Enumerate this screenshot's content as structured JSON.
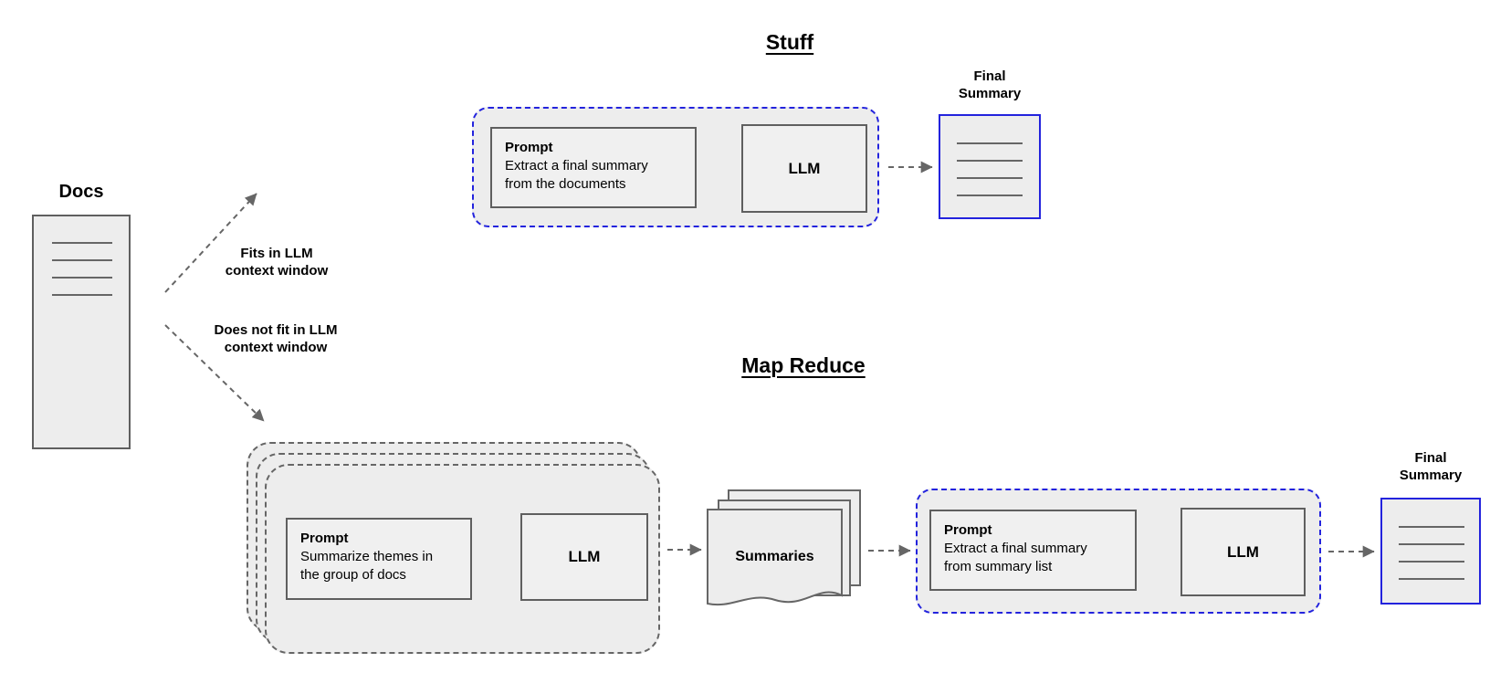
{
  "colors": {
    "accent_blue": "#2323dd",
    "box_fill": "#ededed",
    "inner_fill": "#f0f0f0",
    "border_gray": "#5f5f5f",
    "dash_gray": "#666666",
    "text": "#000000"
  },
  "docs": {
    "label": "Docs"
  },
  "edges": {
    "fits": "Fits in LLM\ncontext window",
    "does_not_fit": "Does not fit in LLM\ncontext window"
  },
  "stuff": {
    "title": "Stuff",
    "prompt": {
      "title": "Prompt",
      "body": "Extract a final summary\nfrom the documents"
    },
    "llm": "LLM",
    "final": "Final\nSummary"
  },
  "map_reduce": {
    "title": "Map Reduce",
    "map_prompt": {
      "title": "Prompt",
      "body": "Summarize themes in\nthe group of docs"
    },
    "map_llm": "LLM",
    "summaries": "Summaries",
    "reduce_prompt": {
      "title": "Prompt",
      "body": "Extract a final summary\nfrom summary list"
    },
    "reduce_llm": "LLM",
    "final": "Final\nSummary"
  }
}
